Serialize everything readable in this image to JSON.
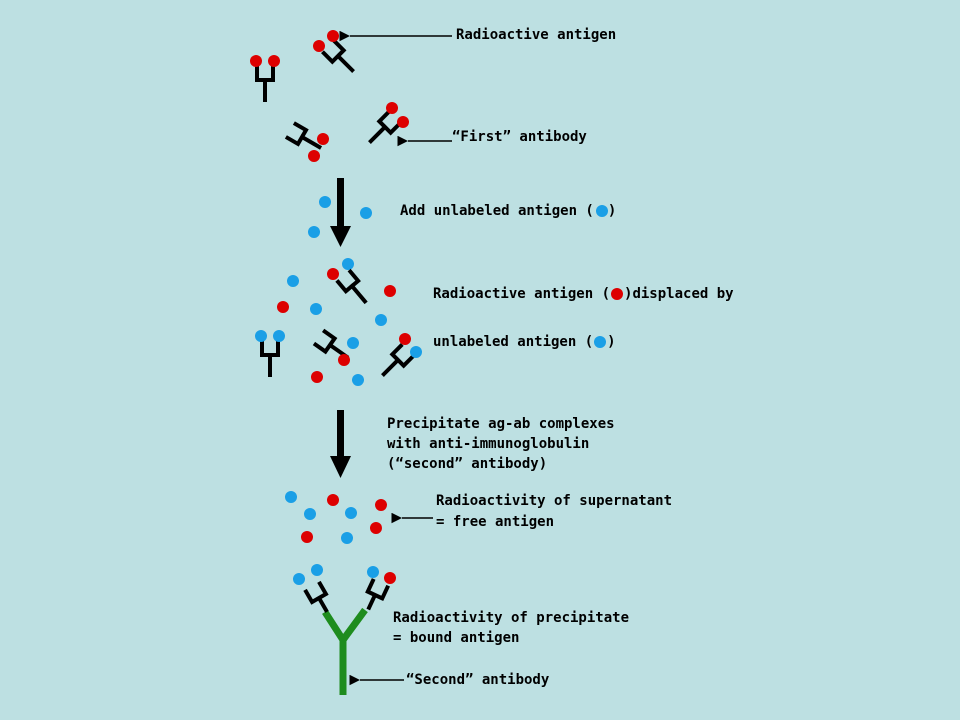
{
  "colors": {
    "background": "#bde0e2",
    "radioactive_antigen": "#dd0000",
    "unlabeled_antigen": "#1a9fe6",
    "first_antibody": "#000000",
    "second_antibody": "#1e8c1e"
  },
  "labels": {
    "radioactive_antigen": "Radioactive antigen",
    "first_antibody": "“First” antibody",
    "add_unlabeled_prefix": "Add unlabeled antigen (",
    "add_unlabeled_suffix": ")",
    "displaced_prefix": "Radioactive antigen (",
    "displaced_suffix": ")displaced by",
    "unlabeled_prefix": "unlabeled antigen (",
    "unlabeled_suffix": ")",
    "precipitate_line1": "Precipitate ag-ab complexes",
    "precipitate_line2": "with anti-immunoglobulin",
    "precipitate_line3": "(“second” antibody)",
    "supernatant_line1": "Radioactivity of supernatant",
    "supernatant_line2": "= free antigen",
    "precipitate_radio_line1": "Radioactivity of precipitate",
    "precipitate_radio_line2": "= bound antigen",
    "second_antibody": "“Second” antibody"
  }
}
